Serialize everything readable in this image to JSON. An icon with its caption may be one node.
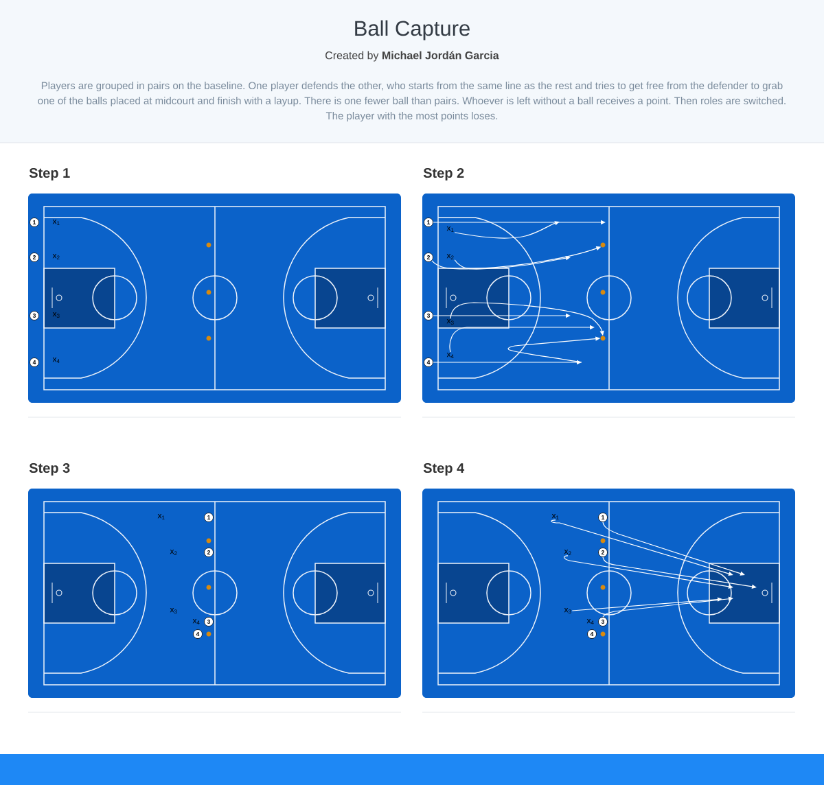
{
  "diagram": {
    "title": "Ball Capture",
    "labels": [
      "Created by **Michael Jordán Garcia**",
      "Players are grouped in pairs on the baseline. One player defends the other, who starts from the same line as the rest and tries to get free from the defender to grab one of the balls placed at midcourt and finish with a layup. There is one fewer ball than pairs. Whoever is left without a ball receives a point. Then roles are switched. The player with the most points loses."
    ],
    "nodes": [
      {
        "text": [
          "Step 1"
        ]
      },
      {
        "text": [
          "1"
        ],
        "in": 0
      },
      {
        "text": [
          "2"
        ],
        "in": 0
      },
      {
        "text": [
          "3"
        ],
        "in": 0
      },
      {
        "text": [
          "4"
        ],
        "in": 0
      },
      {
        "text": [
          "x$_{1}$"
        ],
        "in": 0
      },
      {
        "text": [
          "x$_{2}$"
        ],
        "in": 0
      },
      {
        "text": [
          "x$_{3}$"
        ],
        "in": 0
      },
      {
        "text": [
          "x$_{4}$"
        ],
        "in": 0
      },
      {
        "text": [],
        "shape": "circle",
        "in": 0
      },
      {
        "text": [],
        "shape": "circle",
        "in": 0
      },
      {
        "text": [],
        "shape": "circle",
        "in": 0
      },
      {
        "text": [
          "Step 2"
        ]
      },
      {
        "text": [
          "1"
        ],
        "in": 12
      },
      {
        "text": [
          "2"
        ],
        "in": 12
      },
      {
        "text": [
          "3"
        ],
        "in": 12
      },
      {
        "text": [
          "4"
        ],
        "in": 12
      },
      {
        "text": [
          "x$_{1}$"
        ],
        "in": 12
      },
      {
        "text": [
          "x$_{2}$"
        ],
        "in": 12
      },
      {
        "text": [
          "x$_{3}$"
        ],
        "in": 12
      },
      {
        "text": [
          "x$_{4}$"
        ],
        "in": 12
      },
      {
        "text": [],
        "shape": "circle",
        "in": 12
      },
      {
        "text": [],
        "shape": "circle",
        "in": 12
      },
      {
        "text": [],
        "shape": "circle",
        "in": 12
      },
      {
        "text": [
          "Step 3"
        ]
      },
      {
        "text": [
          "1"
        ],
        "in": 24
      },
      {
        "text": [
          "2"
        ],
        "in": 24
      },
      {
        "text": [
          "3"
        ],
        "in": 24
      },
      {
        "text": [
          "4"
        ],
        "in": 24
      },
      {
        "text": [
          "x$_{1}$"
        ],
        "in": 24
      },
      {
        "text": [
          "x$_{2}$"
        ],
        "in": 24
      },
      {
        "text": [
          "x$_{3}$"
        ],
        "in": 24
      },
      {
        "text": [
          "x$_{4}$"
        ],
        "in": 24
      },
      {
        "text": [],
        "shape": "circle",
        "in": 24
      },
      {
        "text": [],
        "shape": "circle",
        "in": 24
      },
      {
        "text": [],
        "shape": "circle",
        "in": 24
      },
      {
        "text": [
          "Step 4"
        ]
      },
      {
        "text": [
          "1"
        ],
        "in": 36
      },
      {
        "text": [
          "2"
        ],
        "in": 36
      },
      {
        "text": [
          "3"
        ],
        "in": 36
      },
      {
        "text": [
          "4"
        ],
        "in": 36
      },
      {
        "text": [
          "x$_{1}$"
        ],
        "in": 36
      },
      {
        "text": [
          "x$_{2}$"
        ],
        "in": 36
      },
      {
        "text": [
          "x$_{3}$"
        ],
        "in": 36
      },
      {
        "text": [
          "x$_{4}$"
        ],
        "in": 36
      },
      {
        "text": [],
        "shape": "circle",
        "in": 36
      },
      {
        "text": [],
        "shape": "circle",
        "in": 36
      },
      {
        "text": [],
        "shape": "circle",
        "in": 36
      }
    ],
    "edges": [
      {
        "from": 13,
        "to": null,
        "arrow": "to"
      },
      {
        "from": 17,
        "to": null,
        "arrow": "to"
      },
      {
        "from": 14,
        "to": 21,
        "arrow": "to"
      },
      {
        "from": 18,
        "to": null,
        "arrow": "to"
      },
      {
        "from": 15,
        "to": null,
        "arrow": "to"
      },
      {
        "from": 19,
        "to": 23,
        "arrow": "to"
      },
      {
        "from": 16,
        "to": 23,
        "arrow": "to"
      },
      {
        "from": 20,
        "to": null,
        "arrow": "to"
      },
      {
        "from": 37,
        "to": null,
        "arrow": "to"
      },
      {
        "from": 41,
        "to": null,
        "arrow": "to"
      },
      {
        "from": 38,
        "to": null,
        "arrow": "to"
      },
      {
        "from": 42,
        "to": null,
        "arrow": "to"
      },
      {
        "from": 39,
        "to": null,
        "arrow": "to"
      },
      {
        "from": 43,
        "to": null,
        "arrow": "to"
      }
    ]
  }
}
